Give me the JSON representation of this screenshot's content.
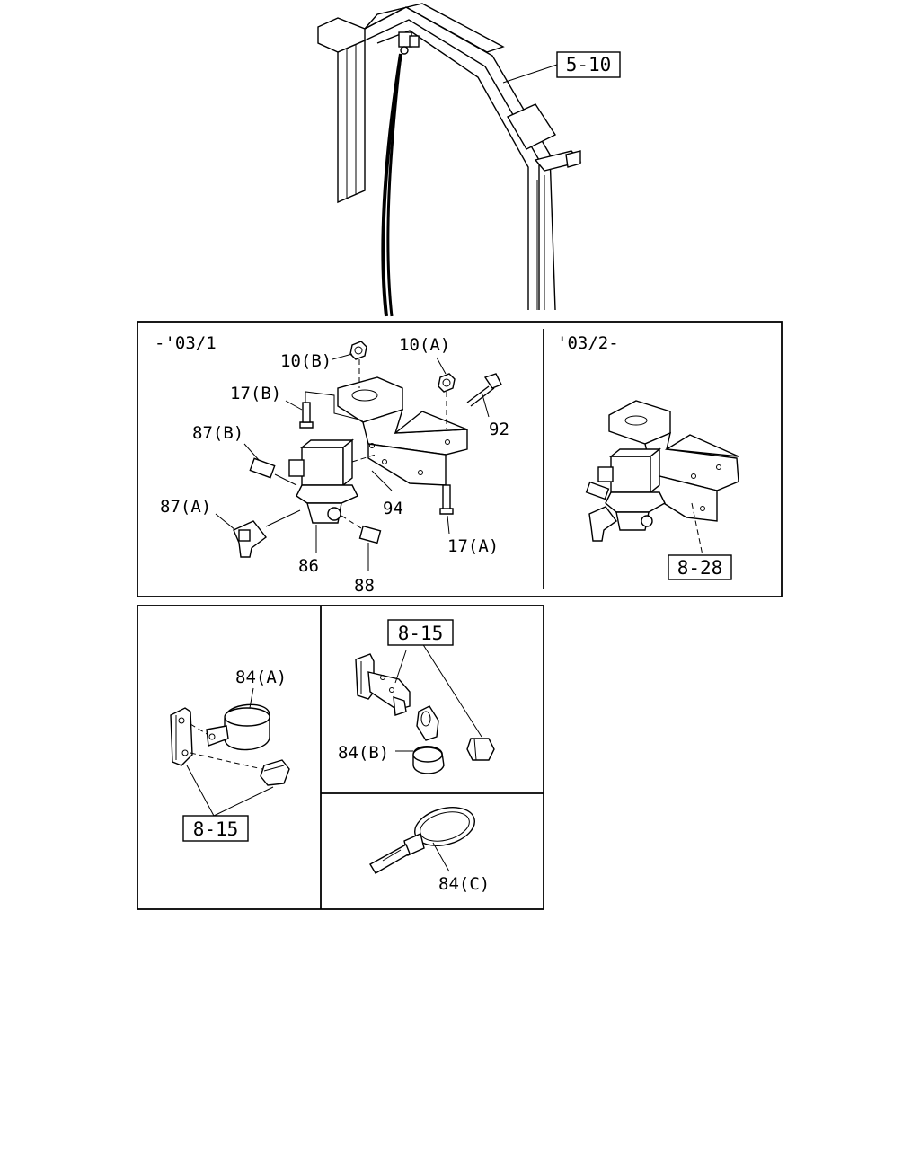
{
  "refs": {
    "frame_ref": "5-10",
    "new_assy_ref": "8-28",
    "clamp_a_ref": "8-15",
    "clamp_b_ref": "8-15"
  },
  "periods": {
    "old": "-'03/1",
    "new": "'03/2-"
  },
  "labels": {
    "nut_b": "10(B)",
    "nut_a": "10(A)",
    "bolt_b": "17(B)",
    "bolt_a": "17(A)",
    "bolt_92": "92",
    "fitting_b": "87(B)",
    "fitting_a": "87(A)",
    "bracket": "94",
    "valve": "86",
    "plug": "88",
    "clamp_a": "84(A)",
    "clamp_b": "84(B)",
    "tie_c": "84(C)"
  }
}
